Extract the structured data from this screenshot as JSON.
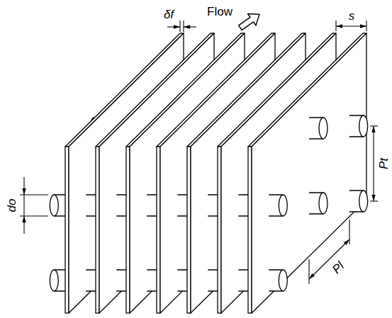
{
  "diagram": {
    "labels": [
      "Flow",
      "δf",
      "s",
      "do",
      "Pt",
      "Pl"
    ]
  }
}
